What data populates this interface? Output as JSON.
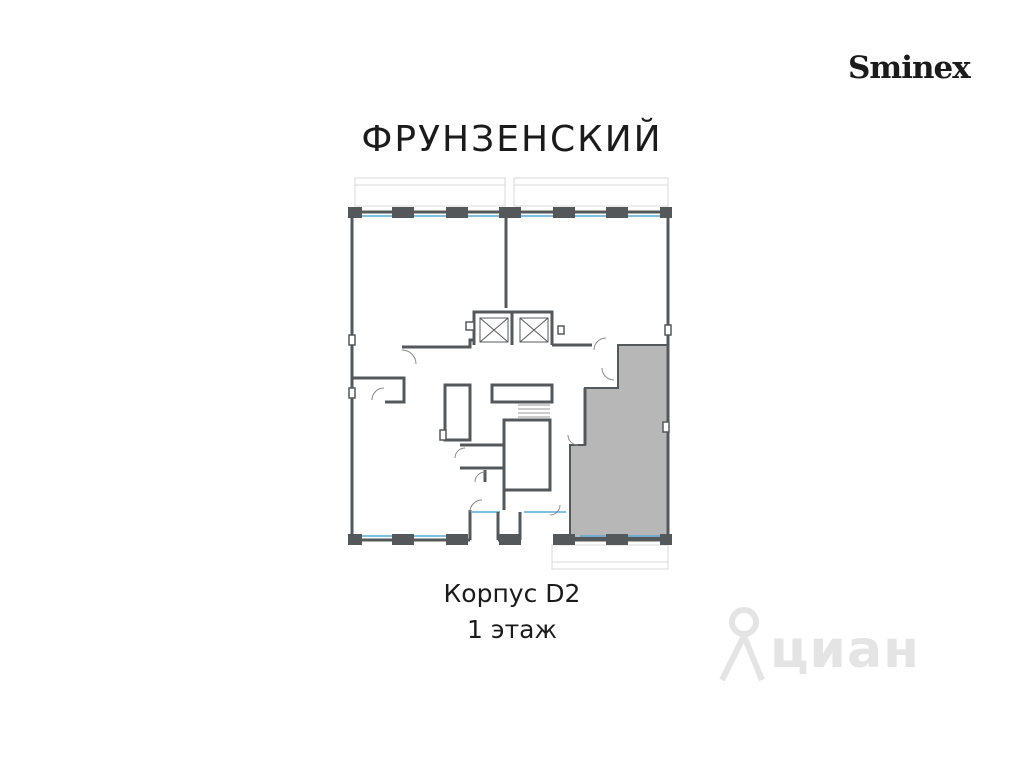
{
  "brand": {
    "logo_text": "Sminex"
  },
  "header": {
    "title": "ФРУНЗЕНСКИЙ"
  },
  "plan": {
    "building_label": "Корпус D2",
    "floor_label": "1 этаж",
    "highlight_color": "#b7b7b7",
    "wall_color": "#55585b",
    "window_color": "#5aa9d6"
  },
  "watermark": {
    "text": "циан",
    "icon": "location-pin-icon"
  }
}
